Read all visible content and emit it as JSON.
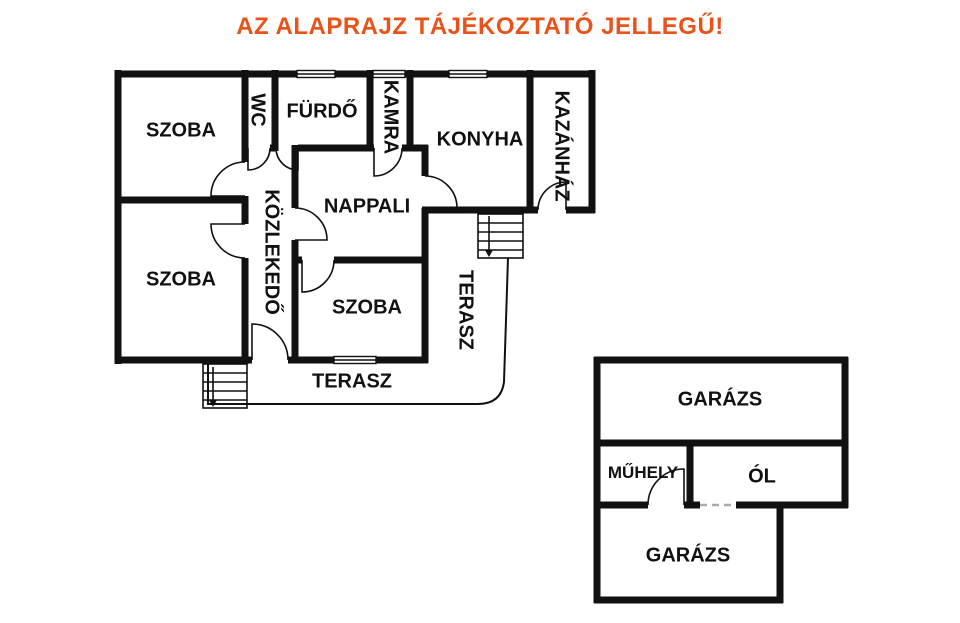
{
  "title": {
    "text": "AZ ALAPRAJZ TÁJÉKOZTATÓ JELLEGŰ!",
    "style": "color:#e8531a"
  },
  "colors": {
    "title": "#e8531a",
    "walls": "#111111",
    "background": "#ffffff"
  },
  "rooms": [
    {
      "name": "szoba-top-left",
      "label": "SZOBA"
    },
    {
      "name": "wc",
      "label": "WC"
    },
    {
      "name": "furdo",
      "label": "FÜRDŐ"
    },
    {
      "name": "kamra",
      "label": "KAMRA"
    },
    {
      "name": "konyha",
      "label": "KONYHA"
    },
    {
      "name": "kazanhaz",
      "label": "KAZÁNHÁZ"
    },
    {
      "name": "szoba-bottom-left",
      "label": "SZOBA"
    },
    {
      "name": "kozlekedo",
      "label": "KÖZLEKEDŐ"
    },
    {
      "name": "nappali",
      "label": "NAPPALI"
    },
    {
      "name": "szoba-middle",
      "label": "SZOBA"
    },
    {
      "name": "terasz-side",
      "label": "TERASZ"
    },
    {
      "name": "terasz-bottom",
      "label": "TERASZ"
    },
    {
      "name": "garazs-top",
      "label": "GARÁZS"
    },
    {
      "name": "muhely",
      "label": "MŰHELY"
    },
    {
      "name": "ol",
      "label": "ÓL"
    },
    {
      "name": "garazs-bottom",
      "label": "GARÁZS"
    }
  ]
}
